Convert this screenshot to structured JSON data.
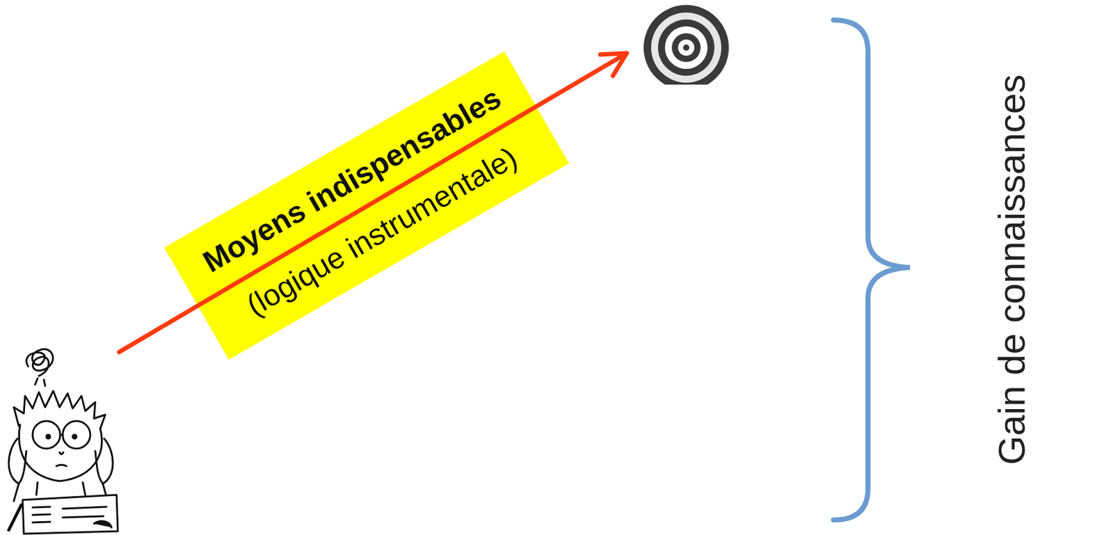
{
  "diagram": {
    "nodes": [
      {
        "text": [
          "Moyens indispensables",
          "(logique instrumentale)"
        ]
      }
    ],
    "labels": [
      "Gain de connaissances"
    ]
  }
}
